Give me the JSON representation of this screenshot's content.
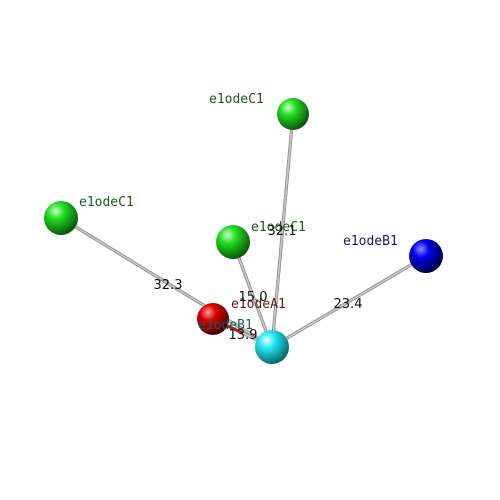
{
  "colors": {
    "background": "#ffffff",
    "bond": "#c8c8c8",
    "bond_edge": "#8a8a8a",
    "green": "#22dd22",
    "blue": "#0000ee",
    "red": "#dd0000",
    "cyan": "#22e6f0",
    "label_green": "#1a5a1a",
    "label_blue": "#1a1a5a",
    "label_red": "#5a1a1a",
    "label_cyan": "#1a5a5a"
  },
  "atoms": [
    {
      "id": "c1_top",
      "element": "green",
      "label": "e1odeC1"
    },
    {
      "id": "c1_left",
      "element": "green",
      "label": "e1odeC1"
    },
    {
      "id": "c1_mid",
      "element": "green",
      "label": "e1odeC1"
    },
    {
      "id": "b1_blue",
      "element": "blue",
      "label": "e1odeB1"
    },
    {
      "id": "a1_red",
      "element": "red",
      "label": "e1odeA1"
    },
    {
      "id": "center",
      "element": "cyan",
      "label": "e1odeB1"
    }
  ],
  "bonds": [
    {
      "from": "center",
      "to": "c1_top",
      "distance": "32.1"
    },
    {
      "from": "center",
      "to": "c1_left",
      "distance": "32.3"
    },
    {
      "from": "center",
      "to": "c1_mid",
      "distance": "15.0"
    },
    {
      "from": "center",
      "to": "b1_blue",
      "distance": "23.4"
    },
    {
      "from": "center",
      "to": "a1_red",
      "distance": "13.9"
    }
  ]
}
